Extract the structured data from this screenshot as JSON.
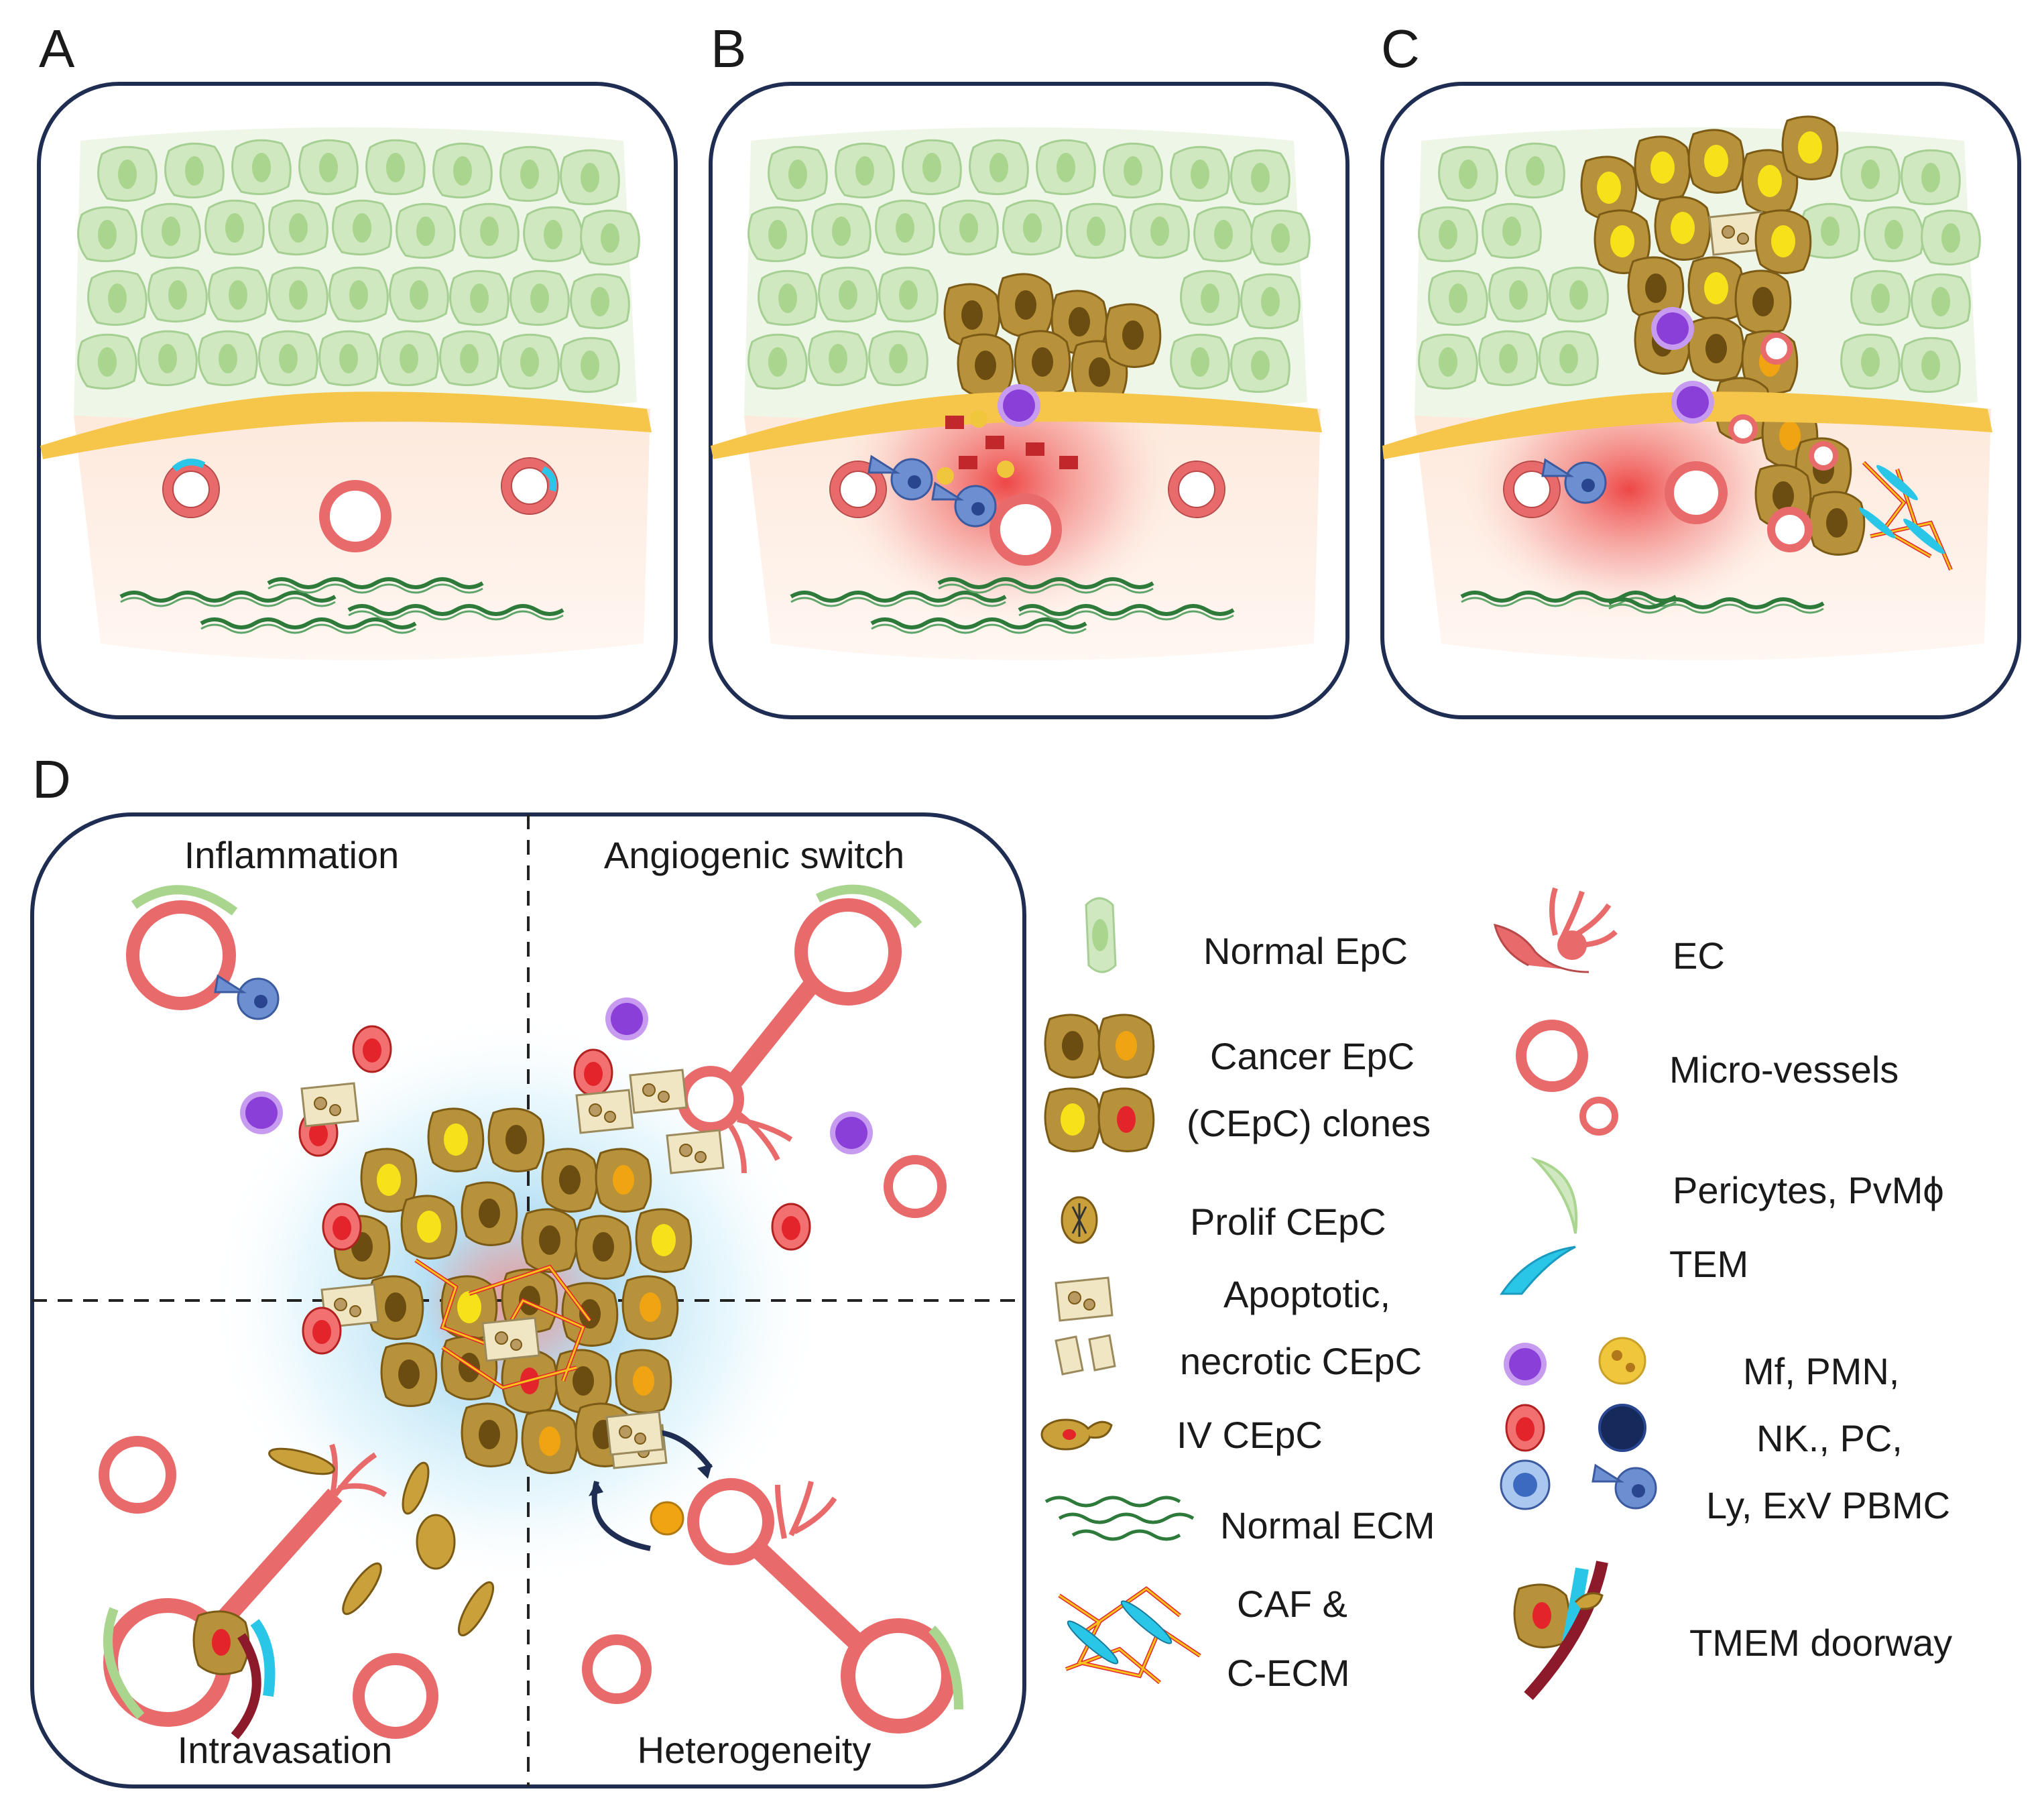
{
  "panels": {
    "a": "A",
    "b": "B",
    "c": "C",
    "d": "D"
  },
  "quadrants": {
    "top_left": "Inflammation",
    "top_right": "Angiogenic switch",
    "bottom_left": "Intravasation",
    "bottom_right": "Heterogeneity"
  },
  "legend": {
    "normal_epc": "Normal EpC",
    "cancer_epc_1": "Cancer EpC",
    "cancer_epc_2": "(CEpC) clones",
    "prolif": "Prolif CEpC",
    "apoptotic_1": "Apoptotic,",
    "apoptotic_2": "necrotic CEpC",
    "iv": "IV CEpC",
    "normal_ecm": "Normal ECM",
    "caf_1": "CAF &",
    "caf_2": "C-ECM",
    "ec": "EC",
    "micro": "Micro-vessels",
    "pericytes": "Pericytes, PvMϕ",
    "tem": "TEM",
    "immune_1": "Mf, PMN,",
    "immune_2": "NK., PC,",
    "immune_3": "Ly, ExV PBMC",
    "tmem": "TMEM doorway"
  },
  "colors": {
    "frame": "#1f2d52",
    "normal_cell": "#cfe8c0",
    "normal_nucleus": "#a9d58f",
    "basement": "#f6c64a",
    "tissue": "#fdeee3",
    "vessel": "#e86a6a",
    "cancer_cell": "#b8923a",
    "cancer_nucleus": "#6b4d12",
    "yellow_cell": "#f0c63a",
    "red_nucleus": "#e3242b",
    "ecm": "#2d7a3a",
    "blue_cell": "#6b8fd1",
    "purple_cell": "#8a3fd8",
    "tem": "#29c6e8",
    "glow_blue": "#bde6f7",
    "glow_red": "#f07a7a"
  }
}
